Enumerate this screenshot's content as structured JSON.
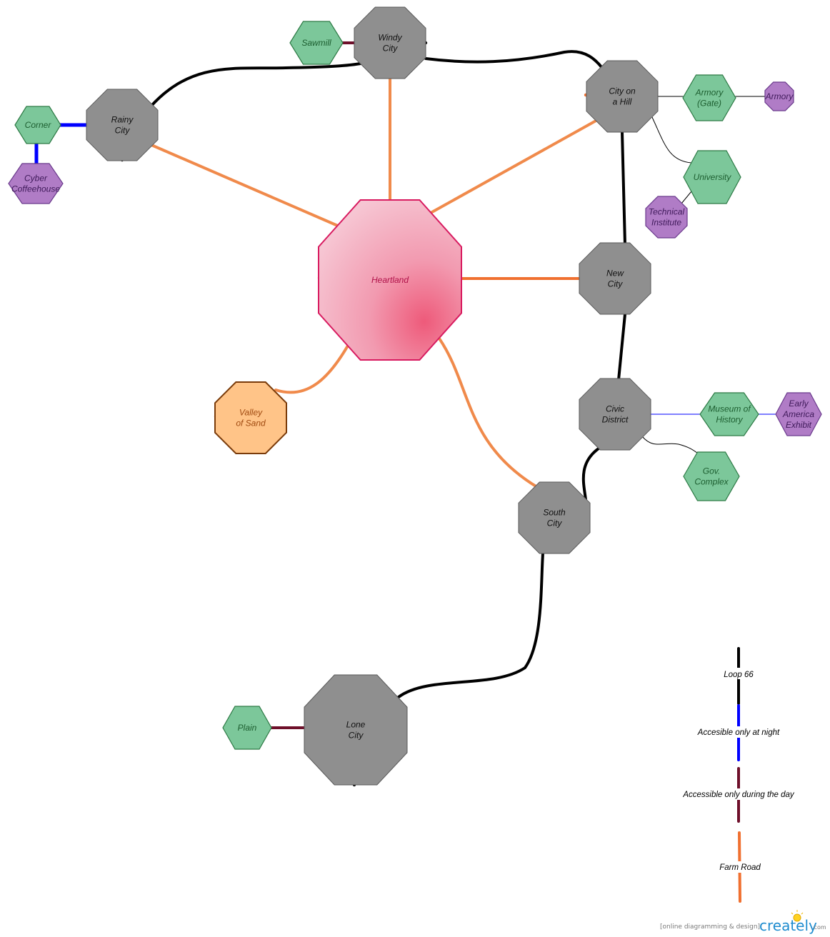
{
  "colors": {
    "loop": "#000000",
    "night": "#0000ff",
    "day": "#6e0f2a",
    "farm": "#f08a4b",
    "farm_legend": "#f07030",
    "city_fill": "#8f8f8f",
    "city_stroke": "#5a5a5a",
    "poi_green_fill": "#7cc79a",
    "poi_green_stroke": "#2d7a45",
    "poi_purple_fill": "#b07cc6",
    "poi_purple_stroke": "#6a3a8c",
    "heartland_stroke": "#d81b60",
    "valley_fill": "#ffc488",
    "valley_stroke": "#7a3b0a"
  },
  "nodes": {
    "heartland": {
      "lines": [
        "Heartland"
      ],
      "shape": "octagon",
      "style": "heartland"
    },
    "windy": {
      "lines": [
        "Windy",
        "City"
      ],
      "shape": "octagon",
      "style": "city"
    },
    "rainy": {
      "lines": [
        "Rainy",
        "City"
      ],
      "shape": "octagon",
      "style": "city"
    },
    "hill": {
      "lines": [
        "City on",
        "a Hill"
      ],
      "shape": "octagon",
      "style": "city"
    },
    "newcity": {
      "lines": [
        "New",
        "City"
      ],
      "shape": "octagon",
      "style": "city"
    },
    "civic": {
      "lines": [
        "Civic",
        "District"
      ],
      "shape": "octagon",
      "style": "city"
    },
    "south": {
      "lines": [
        "South",
        "City"
      ],
      "shape": "octagon",
      "style": "city"
    },
    "lone": {
      "lines": [
        "Lone",
        "City"
      ],
      "shape": "octagon",
      "style": "city"
    },
    "valley": {
      "lines": [
        "Valley",
        "of Sand"
      ],
      "shape": "octagon",
      "style": "valley"
    },
    "sawmill": {
      "lines": [
        "Sawmill"
      ],
      "shape": "hexagon",
      "style": "green"
    },
    "corner": {
      "lines": [
        "Corner"
      ],
      "shape": "hexagon",
      "style": "green"
    },
    "cyber": {
      "lines": [
        "Cyber",
        "Coffeehouse"
      ],
      "shape": "hexagon",
      "style": "purple"
    },
    "armorygate": {
      "lines": [
        "Armory",
        "(Gate)"
      ],
      "shape": "hexagon",
      "style": "green"
    },
    "armory": {
      "lines": [
        "Armory"
      ],
      "shape": "octagon",
      "style": "purple"
    },
    "university": {
      "lines": [
        "University"
      ],
      "shape": "hexagon",
      "style": "green"
    },
    "technical": {
      "lines": [
        "Technical",
        "Institute"
      ],
      "shape": "octagon",
      "style": "purple"
    },
    "museum": {
      "lines": [
        "Museum of",
        "History"
      ],
      "shape": "hexagon",
      "style": "green"
    },
    "early": {
      "lines": [
        "Early",
        "America",
        "Exhibit"
      ],
      "shape": "hexagon",
      "style": "purple"
    },
    "gov": {
      "lines": [
        "Gov.",
        "Complex"
      ],
      "shape": "hexagon",
      "style": "green"
    },
    "plain": {
      "lines": [
        "Plain"
      ],
      "shape": "hexagon",
      "style": "green"
    }
  },
  "edges": [
    {
      "from": "rainy",
      "to": "windy",
      "type": "loop"
    },
    {
      "from": "windy",
      "to": "hill",
      "type": "loop"
    },
    {
      "from": "hill",
      "to": "newcity",
      "type": "loop"
    },
    {
      "from": "newcity",
      "to": "civic",
      "type": "loop"
    },
    {
      "from": "civic",
      "to": "south",
      "type": "loop"
    },
    {
      "from": "south",
      "to": "lone",
      "type": "loop"
    },
    {
      "from": "heartland",
      "to": "windy",
      "type": "farm"
    },
    {
      "from": "heartland",
      "to": "rainy",
      "type": "farm"
    },
    {
      "from": "heartland",
      "to": "hill",
      "type": "farm"
    },
    {
      "from": "heartland",
      "to": "newcity",
      "type": "farm"
    },
    {
      "from": "heartland",
      "to": "valley",
      "type": "farm"
    },
    {
      "from": "heartland",
      "to": "south",
      "type": "farm"
    },
    {
      "from": "corner",
      "to": "rainy",
      "type": "night"
    },
    {
      "from": "corner",
      "to": "cyber",
      "type": "night"
    },
    {
      "from": "sawmill",
      "to": "windy",
      "type": "day"
    },
    {
      "from": "plain",
      "to": "lone",
      "type": "day"
    },
    {
      "from": "hill",
      "to": "armorygate",
      "type": "link"
    },
    {
      "from": "armorygate",
      "to": "armory",
      "type": "link"
    },
    {
      "from": "hill",
      "to": "university",
      "type": "link"
    },
    {
      "from": "university",
      "to": "technical",
      "type": "link"
    },
    {
      "from": "civic",
      "to": "museum",
      "type": "link_blue"
    },
    {
      "from": "museum",
      "to": "early",
      "type": "link_blue"
    },
    {
      "from": "civic",
      "to": "gov",
      "type": "link"
    }
  ],
  "legend": [
    {
      "type": "loop",
      "label": "Loop 66"
    },
    {
      "type": "night",
      "label": "Accesible only at night"
    },
    {
      "type": "day",
      "label": "Accessible only during the day"
    },
    {
      "type": "farm",
      "label": "Farm Road"
    }
  ],
  "brand": {
    "tagline": "[online diagramming & design]",
    "name": "creately",
    "tld": ".com"
  }
}
